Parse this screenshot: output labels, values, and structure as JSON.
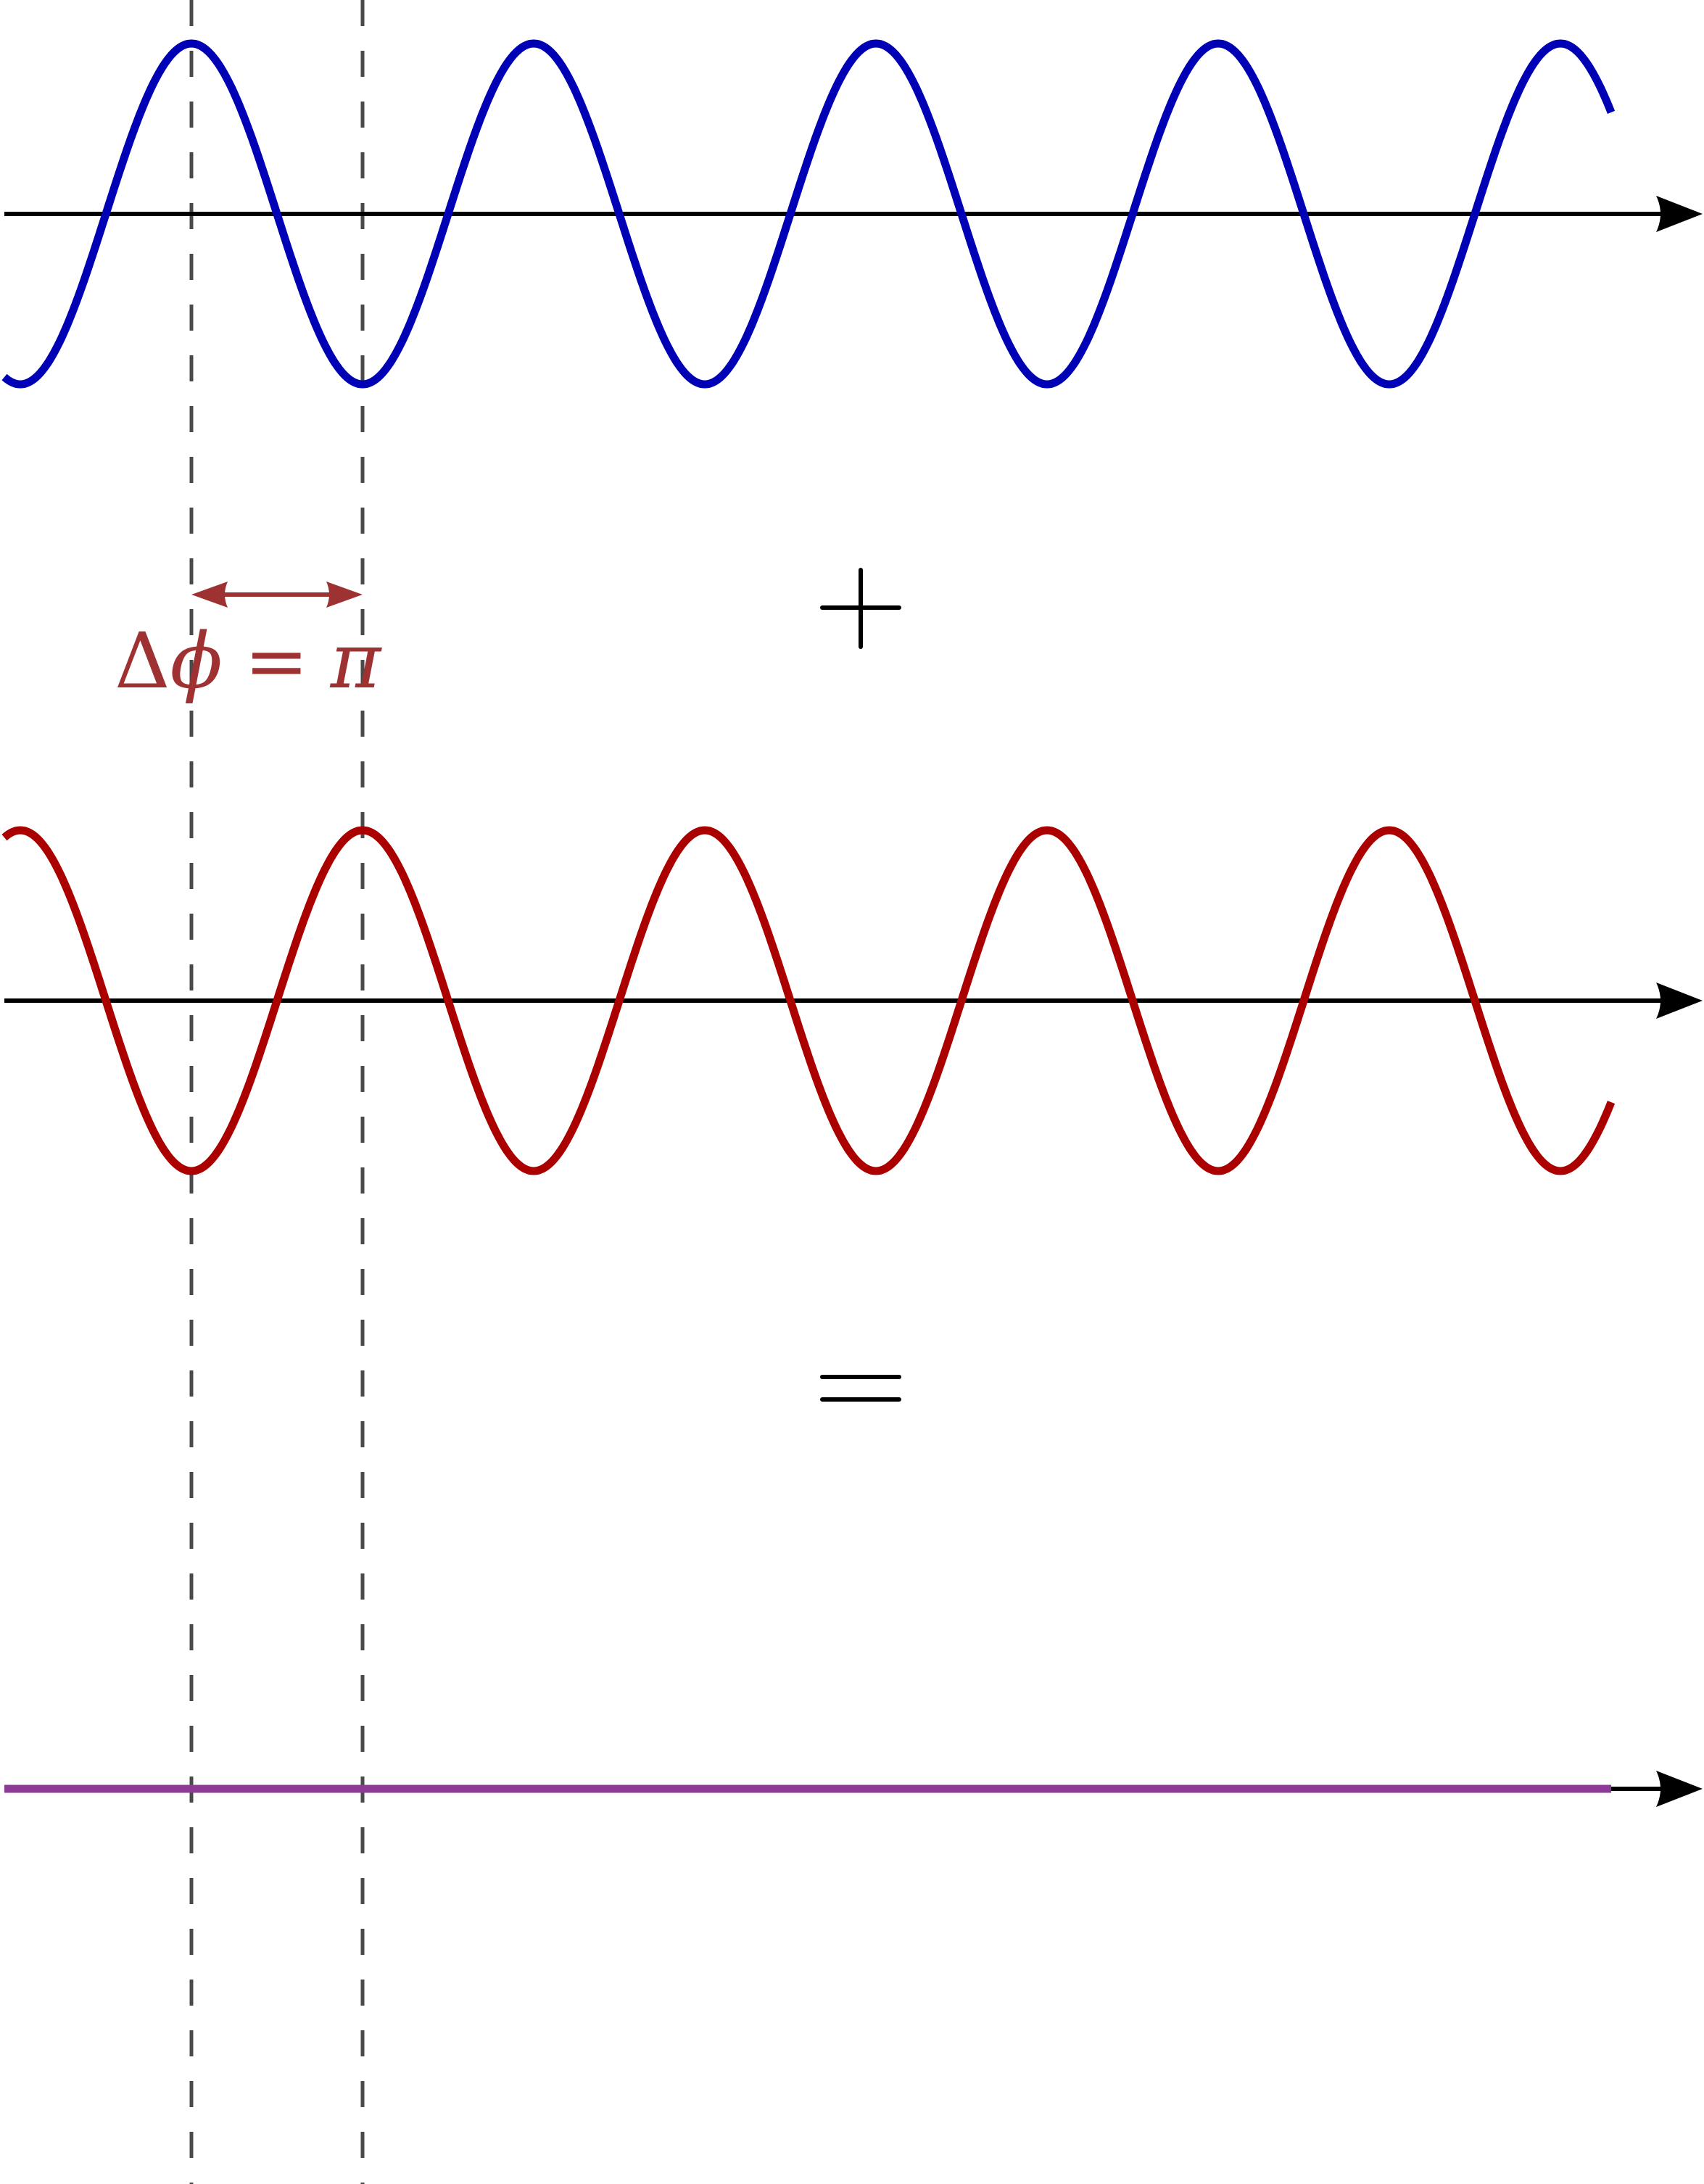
{
  "colors": {
    "wave_1": "#0000b4",
    "wave_2": "#aa0000",
    "sum": "#8c3a96",
    "phase_annotation": "#9e3232",
    "axis": "#000000",
    "guides": "#4a4a4a"
  },
  "waves": [
    {
      "name": "wave-1",
      "phase_offset": 0,
      "cycles_shown": 4.7
    },
    {
      "name": "wave-2",
      "phase_offset": 3.14159,
      "cycles_shown": 4.7
    },
    {
      "name": "sum-wave",
      "amplitude": 0
    }
  ],
  "operators": {
    "plus": "+",
    "equals": "="
  },
  "annotation": {
    "delta": "Δ",
    "phi": "ϕ",
    "equals": "=",
    "pi": "π"
  }
}
